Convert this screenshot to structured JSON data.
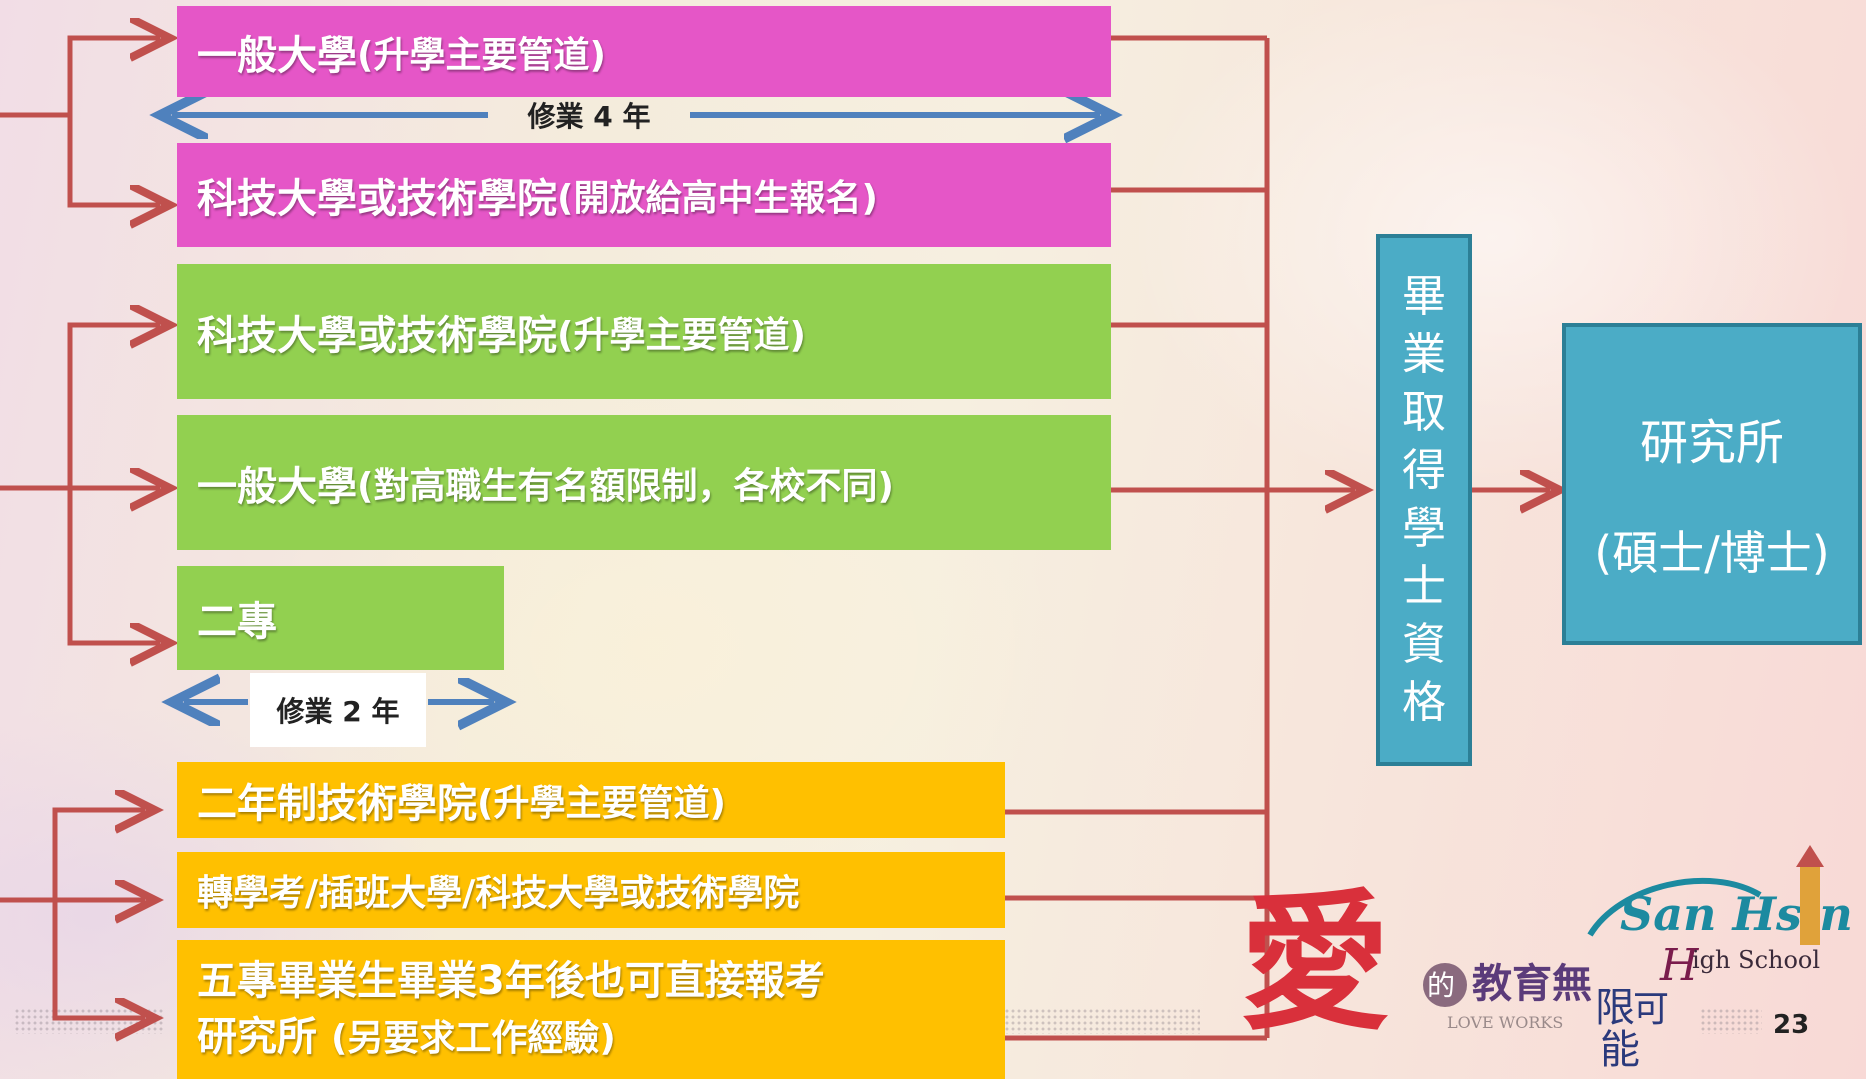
{
  "colors": {
    "arrow_red": "#c0504d",
    "arrow_blue": "#4f81bd",
    "pink": "#e556c7",
    "green": "#92d050",
    "amber": "#ffc000",
    "teal": "#4bacc6",
    "teal_border": "#2c7f96"
  },
  "pathways": {
    "pink": [
      {
        "main": "一般大學 ",
        "paren": "(升學主要管道)"
      },
      {
        "main": "科技大學或技術學院 ",
        "paren": "(開放給高中生報名)"
      }
    ],
    "green": [
      {
        "main": "科技大學或技術學院 ",
        "paren": "(升學主要管道)"
      },
      {
        "main": "一般大學 ",
        "paren": "(對高職生有名額限制，各校不同)"
      },
      {
        "main": "二專",
        "paren": ""
      }
    ],
    "amber": [
      {
        "main": "二年制技術學院 ",
        "paren": "(升學主要管道)"
      },
      {
        "main": "轉學考/插班大學/科技大學或技術學院",
        "paren": ""
      },
      {
        "line1": "五專畢業生畢業3年後也可直接報考",
        "line2_main": "研究所 ",
        "line2_paren": "(另要求工作經驗)"
      }
    ]
  },
  "durations": {
    "four_year": "修業 4 年",
    "two_year": "修業 2 年"
  },
  "graduation": {
    "chars": [
      "畢",
      "業",
      "取",
      "得",
      "學",
      "士",
      "資",
      "格"
    ]
  },
  "graduate_school": {
    "title": "研究所",
    "subtitle": "(碩士/博士)"
  },
  "logo": {
    "love_char": "愛",
    "slogan_de": "的",
    "slogan": "教育無",
    "slogan_tail1": "限",
    "slogan_tail2": "可",
    "slogan_tail3": "能",
    "english": "LOVE WORKS",
    "school_script": "San Hsin",
    "school_sub": "igh School",
    "school_h": "H"
  },
  "page_number": "23"
}
